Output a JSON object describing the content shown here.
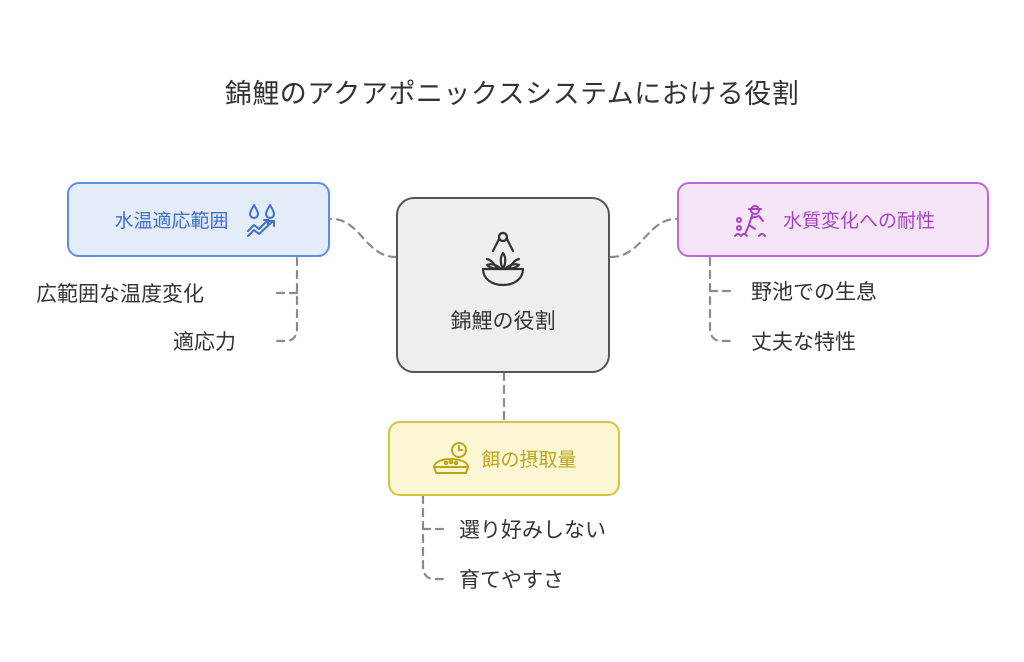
{
  "title": "錦鯉のアクアポニックスシステムにおける役割",
  "center": {
    "label": "錦鯉の役割",
    "icon": "plant-bowl-icon"
  },
  "branches": {
    "water_temp": {
      "label": "水温適応範囲",
      "icon": "water-drops-icon",
      "color": "#5b8fe0",
      "children": [
        "広範囲な温度変化",
        "適応力"
      ]
    },
    "quality": {
      "label": "水質変化への耐性",
      "icon": "gardener-icon",
      "color": "#bf66d8",
      "children": [
        "野池での生息",
        "丈夫な特性"
      ]
    },
    "feed": {
      "label": "餌の摂取量",
      "icon": "pet-bowl-timer-icon",
      "color": "#d6c33d",
      "children": [
        "選り好みしない",
        "育てやすさ"
      ]
    }
  }
}
